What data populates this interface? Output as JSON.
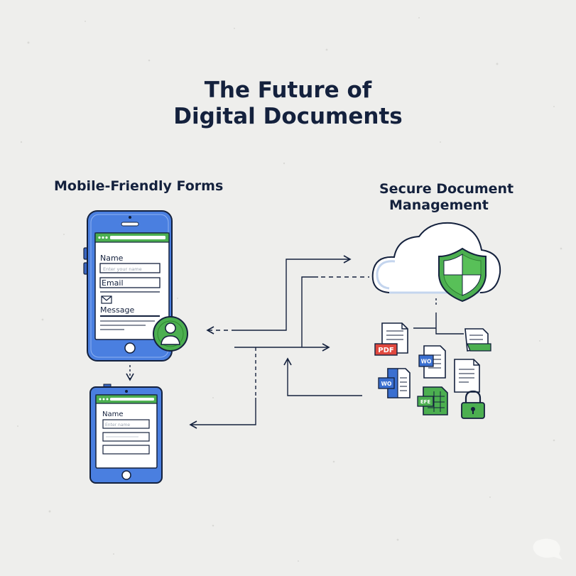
{
  "title": {
    "line1": "The Future of",
    "line2": "Digital Documents"
  },
  "left": {
    "label": "Mobile-Friendly Forms",
    "phone": {
      "fields": {
        "name": "Name",
        "name_placeholder": "Enter your name",
        "email": "Email",
        "message": "Message"
      }
    },
    "tablet": {
      "fields": {
        "name": "Name",
        "name_placeholder": "Enter name"
      }
    }
  },
  "right": {
    "label_line1": "Secure Document",
    "label_line2": "Management",
    "files": {
      "pdf": "PDF",
      "word1": "WO",
      "word2": "WO",
      "excel": "EFE"
    }
  },
  "icons": {
    "avatar": "user-avatar-icon",
    "envelope": "envelope-icon",
    "cloud": "cloud-icon",
    "shield": "shield-icon",
    "lock": "padlock-icon"
  },
  "colors": {
    "device_blue": "#4a7fe0",
    "accent_green": "#3aad3a",
    "navy": "#14213d",
    "pdf_red": "#e0483e"
  }
}
